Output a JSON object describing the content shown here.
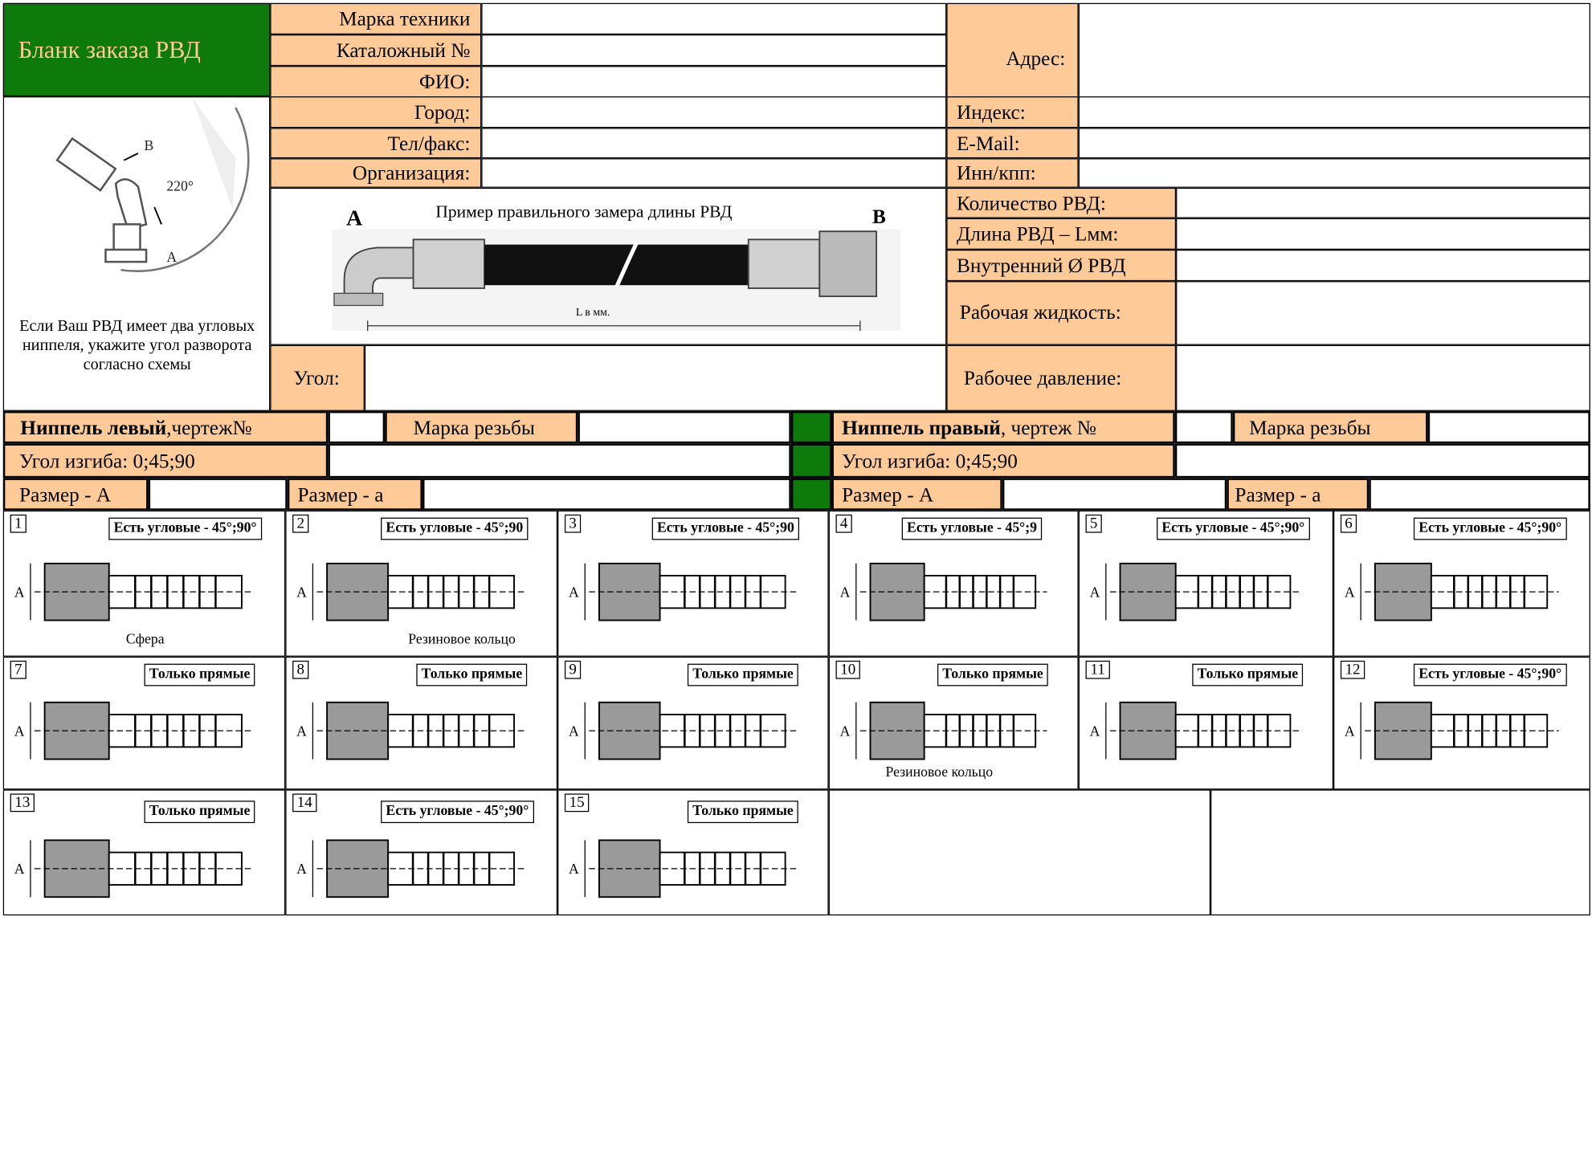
{
  "header": {
    "title": "Бланк заказа РВД",
    "brand_color": "#0e7a0c",
    "label_color": "#fdca98",
    "fields_left": {
      "marka": "Марка техники",
      "catalog": "Каталожный №",
      "fio": "ФИО:",
      "city": "Город:",
      "phone": "Тел/факс:",
      "org": "Организация:"
    },
    "fields_right": {
      "address": "Адрес:",
      "index": "Индекс:",
      "email": "E-Mail:",
      "inn": "Инн/кпп:"
    }
  },
  "angle_diagram": {
    "label_b": "B",
    "label_a": "A",
    "degrees": "220°",
    "note": "Если Ваш РВД имеет два угловых ниппеля, укажите угол разворота согласно схемы"
  },
  "hose_example": {
    "caption": "Пример правильного замера длины РВД",
    "end_a": "A",
    "end_b": "B",
    "length_label": "L в мм."
  },
  "angle_field": "Угол:",
  "specs": {
    "count": "Количество РВД:",
    "length": "Длина РВД – Lмм:",
    "inner_diameter": "Внутренний Ø РВД",
    "fluid": "Рабочая жидкость:",
    "pressure": "Рабочее давление:"
  },
  "left_nipple": {
    "title_bold": "Ниппель левый",
    "title_rest": ",чертеж№",
    "thread": "Марка резьбы",
    "bend": "Угол изгиба: 0;45;90",
    "size_a_upper": "Размер - А",
    "size_a_lower": "Размер - а"
  },
  "right_nipple": {
    "title_bold": "Ниппель правый",
    "title_rest": ", чертеж №",
    "thread": "Марка резьбы",
    "bend": "Угол изгиба: 0;45;90",
    "size_a_upper": "Размер - А",
    "size_a_lower": "Размер - а"
  },
  "fittings": [
    {
      "n": "1",
      "tag": "Есть угловые - 45°;90°",
      "note": "Сфера"
    },
    {
      "n": "2",
      "tag": "Есть угловые - 45°;90",
      "note": "Резиновое кольцо"
    },
    {
      "n": "3",
      "tag": "Есть угловые - 45°;90",
      "note": ""
    },
    {
      "n": "4",
      "tag": "Есть угловые - 45°;9",
      "note": ""
    },
    {
      "n": "5",
      "tag": "Есть угловые - 45°;90°",
      "note": ""
    },
    {
      "n": "6",
      "tag": "Есть угловые - 45°;90°",
      "note": ""
    },
    {
      "n": "7",
      "tag": "Только прямые",
      "note": ""
    },
    {
      "n": "8",
      "tag": "Только прямые",
      "note": ""
    },
    {
      "n": "9",
      "tag": "Только прямые",
      "note": ""
    },
    {
      "n": "10",
      "tag": "Только прямые",
      "note": "Резиновое кольцо"
    },
    {
      "n": "11",
      "tag": "Только прямые",
      "note": ""
    },
    {
      "n": "12",
      "tag": "Есть угловые - 45°;90°",
      "note": ""
    },
    {
      "n": "13",
      "tag": "Только прямые",
      "note": ""
    },
    {
      "n": "14",
      "tag": "Есть угловые - 45°;90°",
      "note": ""
    },
    {
      "n": "15",
      "tag": "Только прямые",
      "note": ""
    }
  ]
}
